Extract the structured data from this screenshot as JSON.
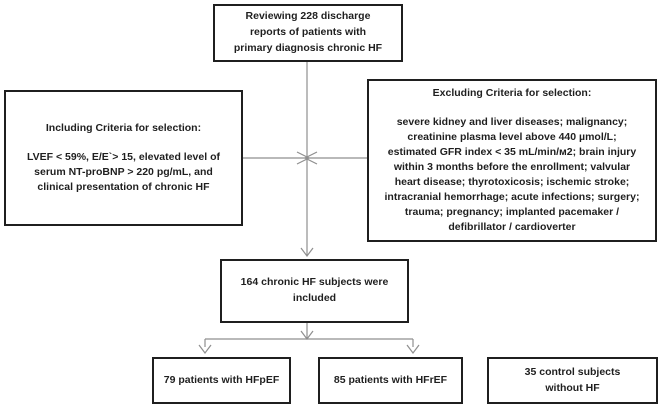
{
  "colors": {
    "background": "#ffffff",
    "box_border": "#1f1f1f",
    "text": "#1f1f1f",
    "connector": "#8f8f8f"
  },
  "flowchart": {
    "top_box": {
      "text": "Reviewing 228 discharge\nreports of patients with\nprimary diagnosis chronic HF"
    },
    "including_box": {
      "title": "Including Criteria for selection:",
      "body": "LVEF < 59%, E/E`> 15, elevated level of\nserum NT-proBNP > 220 pg/mL, and\nclinical presentation of chronic HF"
    },
    "excluding_box": {
      "title": "Excluding Criteria for selection:",
      "body": "severe kidney and liver diseases;  malignancy;\ncreatinine plasma level above 440 µmol/L;\nestimated GFR index < 35 mL/min/м2; brain injury\nwithin 3 months before the enrollment; valvular\nheart disease;  thyrotoxicosis; ischemic stroke;\nintracranial hemorrhage; acute infections; surgery;\ntrauma; pregnancy; implanted pacemaker /\ndefibrillator / cardioverter"
    },
    "included_box": {
      "text": "164 chronic HF subjects were\nincluded"
    },
    "outcome_boxes": [
      {
        "text": "79 patients with HFpEF"
      },
      {
        "text": "85 patients with HFrEF"
      },
      {
        "text": "35 control subjects\nwithout HF"
      }
    ]
  }
}
